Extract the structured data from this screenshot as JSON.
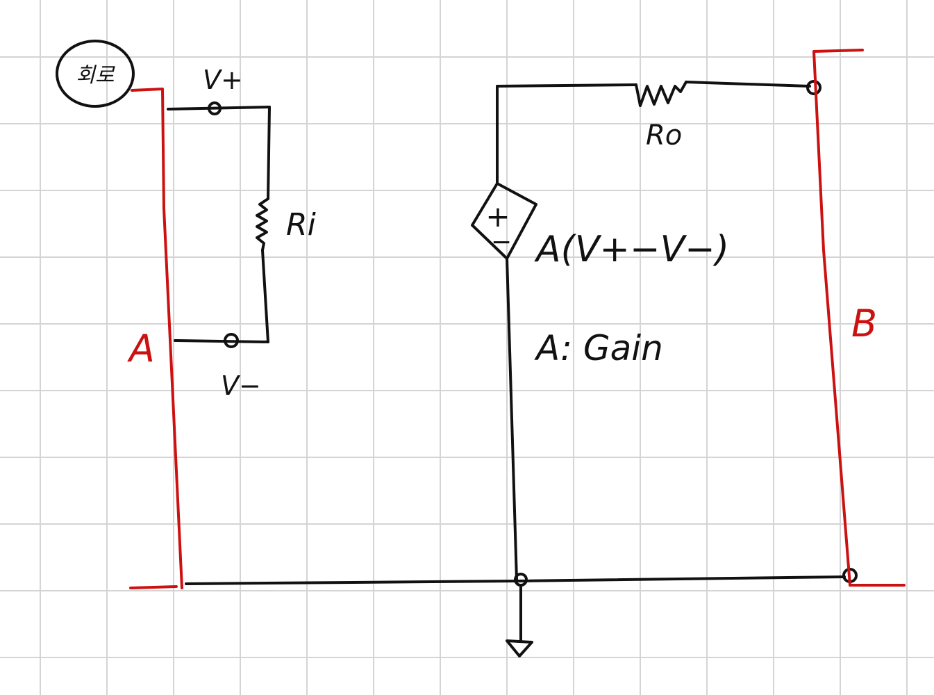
{
  "colors": {
    "grid": "#d4d4d4",
    "ink": "#111111",
    "red": "#cc1111",
    "background": "#ffffff"
  },
  "badge": {
    "text": "회로"
  },
  "labels": {
    "v_plus": "V+",
    "v_minus": "V−",
    "r_in": "Ri",
    "r_out": "Ro",
    "source_plus": "+",
    "source_minus": "−",
    "source_expression": "A(V+−V−)",
    "gain_note": "A: Gain",
    "bracket_a": "A",
    "bracket_b": "B"
  },
  "icons": {
    "ground": "ground-symbol-icon",
    "resistor": "resistor-zigzag-icon",
    "dependent_source": "dependent-voltage-source-icon"
  }
}
